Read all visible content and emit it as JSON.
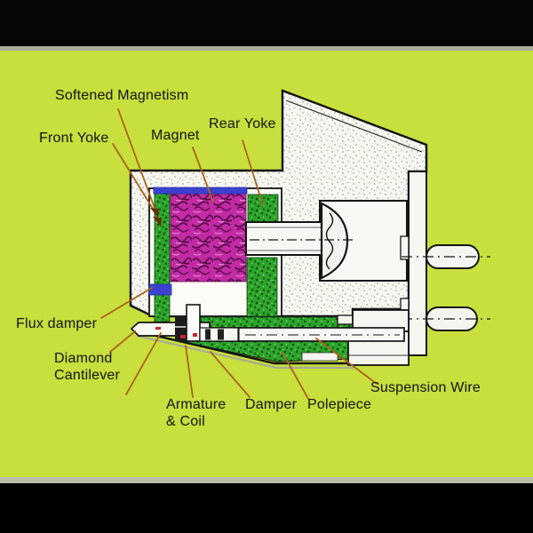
{
  "labels": {
    "softened_magnetism": "Softened Magnetism",
    "front_yoke": "Front Yoke",
    "magnet": "Magnet",
    "rear_yoke": "Rear Yoke",
    "flux_damper": "Flux damper",
    "diamond_cantilever_line1": "Diamond",
    "diamond_cantilever_line2": "Cantilever",
    "armature_coil_line1": "Armature",
    "armature_coil_line2": "& Coil",
    "damper": "Damper",
    "polepiece": "Polepiece",
    "suspension_wire": "Suspension Wire"
  },
  "colors": {
    "background": "#c9df3d",
    "letterbox": "#000000",
    "magnet": "#c22ba4",
    "yoke_green": "#2da32b",
    "blue_plate": "#3c42d0",
    "leader_line": "#a8641c",
    "body_fill": "#f6f6f0",
    "outline": "#141414",
    "label_text": "#1b1b1b"
  }
}
